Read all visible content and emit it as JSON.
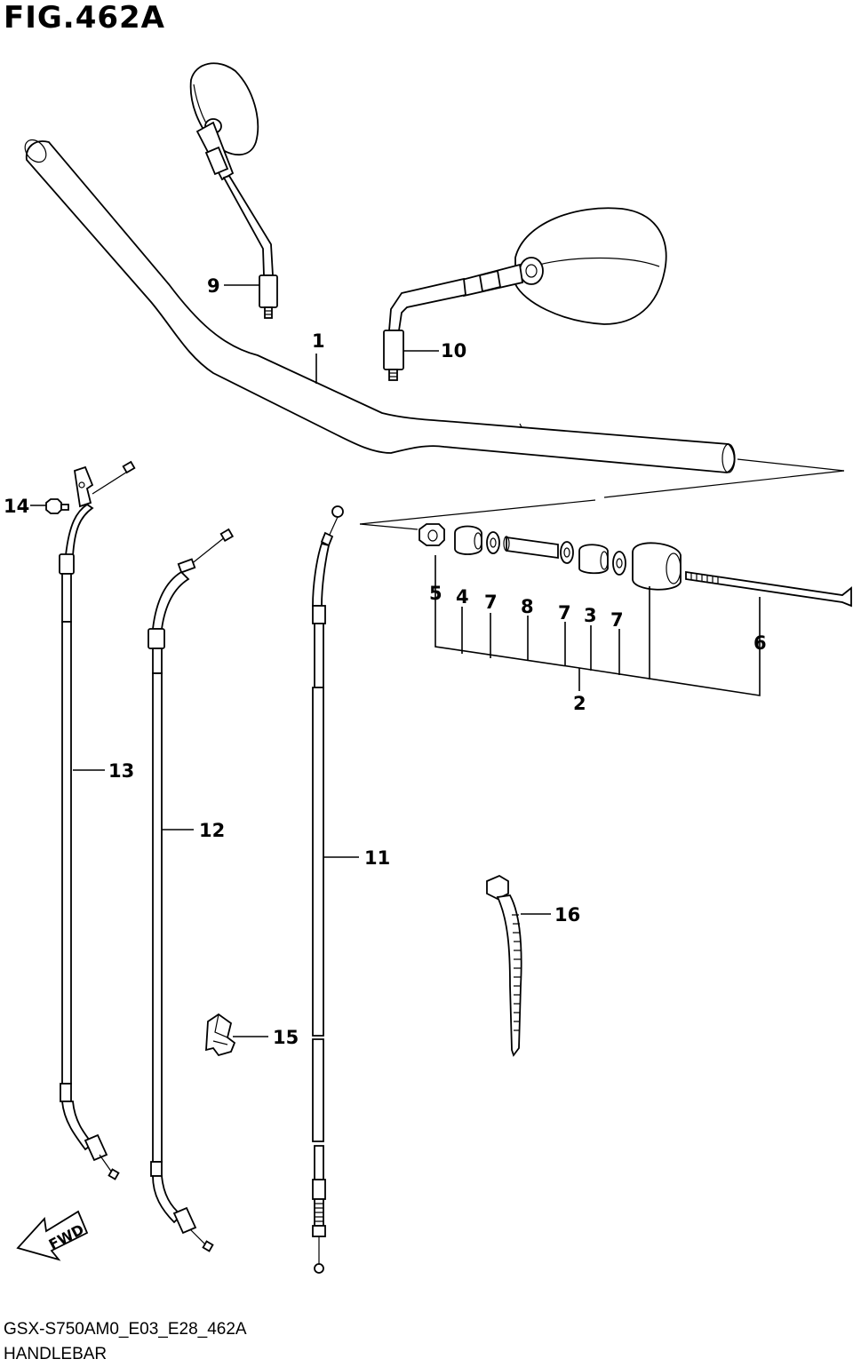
{
  "figure": {
    "title": "FIG.462A",
    "model_code": "GSX-S750AM0_E03_E28_462A",
    "section_name": "HANDLEBAR",
    "fwd_label": "FWD"
  },
  "callouts": {
    "c1": "1",
    "c2": "2",
    "c3": "3",
    "c4": "4",
    "c5": "5",
    "c6": "6",
    "c7a": "7",
    "c7b": "7",
    "c7c": "7",
    "c8": "8",
    "c9": "9",
    "c10": "10",
    "c11": "11",
    "c12": "12",
    "c13": "13",
    "c14": "14",
    "c15": "15",
    "c16": "16"
  }
}
